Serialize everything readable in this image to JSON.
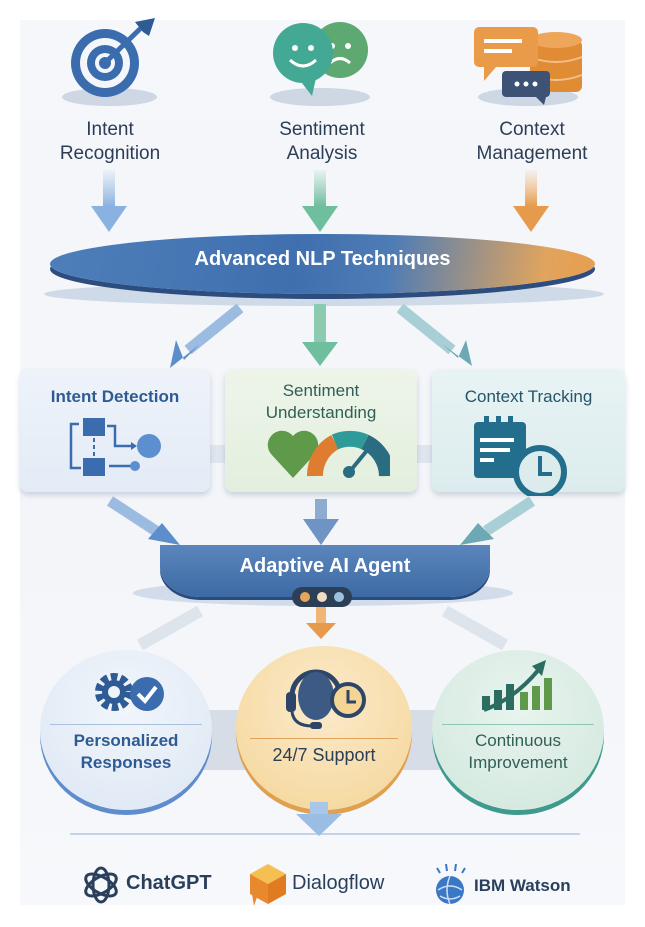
{
  "inputs": [
    {
      "label_line1": "Intent",
      "label_line2": "Recognition",
      "icon": "target-arrow-icon",
      "color": "#3f6fae"
    },
    {
      "label_line1": "Sentiment",
      "label_line2": "Analysis",
      "icon": "happy-sad-faces-icon",
      "color": "#4fa88e"
    },
    {
      "label_line1": "Context",
      "label_line2": "Management",
      "icon": "chat-database-icon",
      "color": "#e39a45"
    }
  ],
  "core": {
    "title": "Advanced NLP Techniques"
  },
  "capabilities": [
    {
      "title_line1": "Intent Detection",
      "title_line2": "",
      "icon": "flowchart-icon",
      "color": "#2f5b94"
    },
    {
      "title_line1": "Sentiment",
      "title_line2": "Understanding",
      "icon": "heart-gauge-icon",
      "color": "#2f5f55"
    },
    {
      "title_line1": "Context Tracking",
      "title_line2": "",
      "icon": "calendar-clock-icon",
      "color": "#24556a"
    }
  ],
  "agent": {
    "title": "Adaptive AI Agent",
    "indicator_colors": [
      "#e6a55a",
      "#f0dcc0",
      "#9cc1dc"
    ]
  },
  "outcomes": [
    {
      "title_line1": "Personalized",
      "title_line2": "Responses",
      "icon": "gear-check-icon",
      "color": "#2f5b94"
    },
    {
      "title_line1": "24/7 Support",
      "title_line2": "",
      "icon": "headset-clock-icon",
      "color": "#2c3e55"
    },
    {
      "title_line1": "Continuous",
      "title_line2": "Improvement",
      "icon": "growth-chart-icon",
      "color": "#2f5f55"
    }
  ],
  "platforms": [
    {
      "name": "ChatGPT",
      "icon": "chatgpt-logo-icon"
    },
    {
      "name": "Dialogflow",
      "icon": "dialogflow-logo-icon"
    },
    {
      "name": "IBM Watson",
      "icon": "ibm-watson-logo-icon"
    }
  ]
}
